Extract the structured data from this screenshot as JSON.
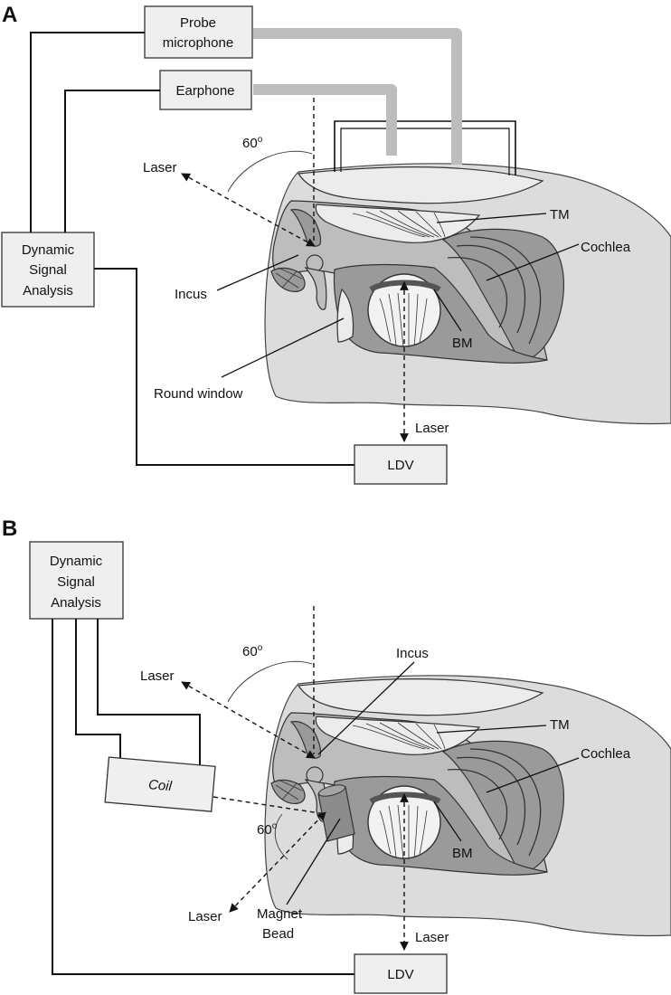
{
  "panel_a": {
    "letter": "A",
    "probe_microphone": [
      "Probe",
      "microphone"
    ],
    "earphone": "Earphone",
    "dsa": [
      "Dynamic",
      "Signal",
      "Analysis"
    ],
    "laser_left": "Laser",
    "angle": "60",
    "degree": "o",
    "incus": "Incus",
    "round_window": "Round window",
    "tm": "TM",
    "cochlea": "Cochlea",
    "bm": "BM",
    "laser_bottom": "Laser",
    "ldv": "LDV"
  },
  "panel_b": {
    "letter": "B",
    "dsa": [
      "Dynamic",
      "Signal",
      "Analysis"
    ],
    "angle_top": "60",
    "angle_bottom": "60",
    "degree": "o",
    "laser_top": "Laser",
    "incus": "Incus",
    "coil": "Coil",
    "tm": "TM",
    "cochlea": "Cochlea",
    "bm": "BM",
    "laser_lower_left": "Laser",
    "magnet_bead": [
      "Magnet",
      "Bead"
    ],
    "laser_bottom": "Laser",
    "ldv": "LDV"
  },
  "colors": {
    "tube": "#bdbdbd",
    "box_fill": "#efefef",
    "cochlea_shell": "#dcdcdc",
    "dark_tissue": "#9a9a9a",
    "mid_tissue": "#bdbdbd"
  },
  "icons": [
    "dashed-arrow-icon",
    "magnet-bead-icon",
    "coil-icon"
  ]
}
